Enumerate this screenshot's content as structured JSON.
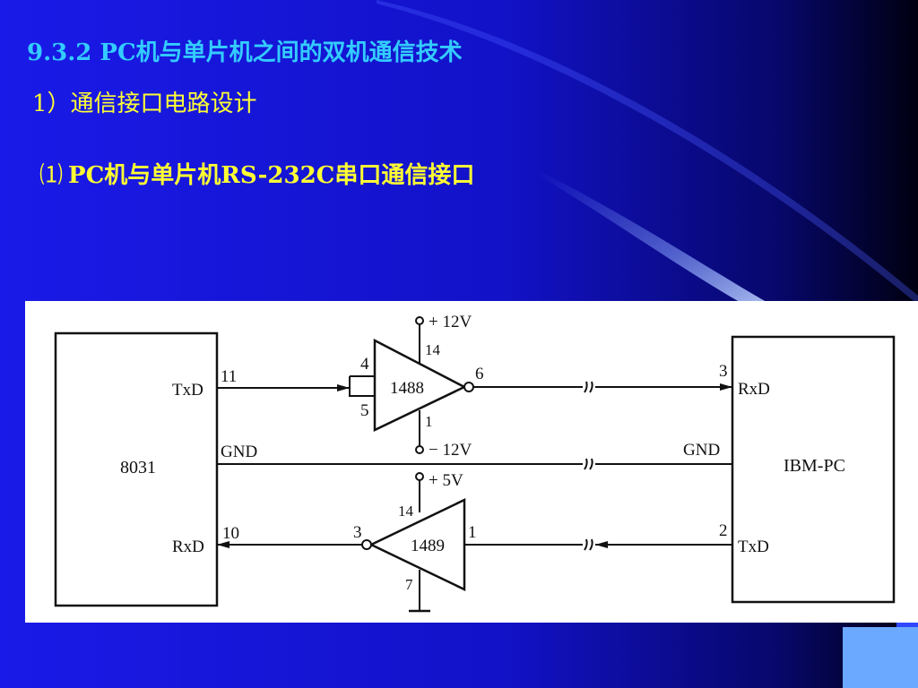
{
  "slide": {
    "title": "9.3.2  PC机与单片机之间的双机通信技术",
    "subtitle_1": "1）通信接口电路设计",
    "subtitle_2_num": "⑴",
    "subtitle_2": "PC机与单片机RS-232C串口通信接口",
    "colors": {
      "background": "#1414d8",
      "title": "#33ccff",
      "subtitle": "#ffff33"
    }
  },
  "diagram": {
    "mcu": {
      "label": "8031",
      "txd": "TxD",
      "rxd": "RxD",
      "gnd": "GND",
      "txd_pin": "11",
      "rxd_pin": "10"
    },
    "pc": {
      "label": "IBM-PC",
      "rxd": "RxD",
      "txd": "TxD",
      "gnd": "GND",
      "rxd_pin": "3",
      "txd_pin": "2"
    },
    "driver": {
      "label": "1488",
      "supply_pos": "+ 12V",
      "supply_neg": "− 12V",
      "pin_vcc": "14",
      "pin_in_a": "4",
      "pin_in_b": "5",
      "pin_out": "6",
      "pin_vee": "1"
    },
    "receiver": {
      "label": "1489",
      "supply": "+ 5V",
      "pin_vcc": "14",
      "pin_in": "1",
      "pin_out": "3",
      "pin_gnd": "7"
    }
  }
}
